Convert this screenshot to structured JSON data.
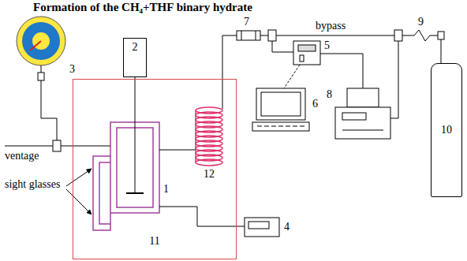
{
  "diagram": {
    "title": "Formation of the CH₄+THF binary hydrate",
    "nodes": [
      {
        "text": [
          "11"
        ]
      },
      {
        "text": [
          "2"
        ]
      },
      {
        "text": [
          "10"
        ]
      }
    ],
    "labels": [
      "3",
      "ventage",
      "sight glasses",
      "1",
      "12",
      "7",
      "bypass",
      "5",
      "6",
      "8",
      "4",
      "9"
    ]
  }
}
